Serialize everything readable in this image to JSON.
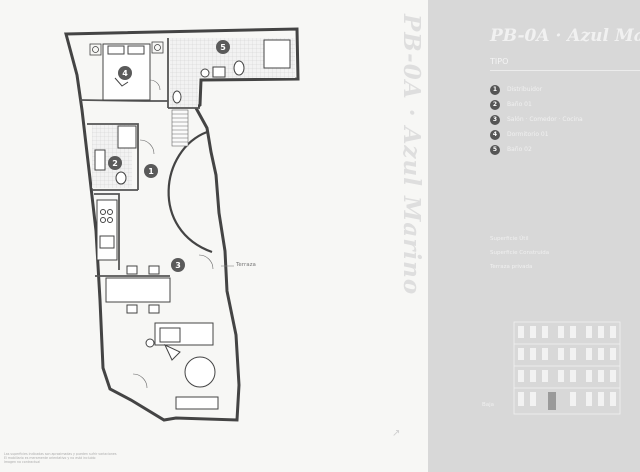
{
  "plan": {
    "title": "PB-0A · Azul Marino",
    "terrace_label": "Terraza",
    "rooms": [
      {
        "num": "1",
        "kind": "hall"
      },
      {
        "num": "2",
        "kind": "bath"
      },
      {
        "num": "3",
        "kind": "living"
      },
      {
        "num": "4",
        "kind": "bedroom"
      },
      {
        "num": "5",
        "kind": "bath2"
      }
    ],
    "footnote_lines": [
      "Las superficies indicadas son aproximadas y pueden sufrir variaciones",
      "El mobiliario es meramente orientativo y no está incluido",
      "Imagen no contractual"
    ],
    "north_arrow": "arrow-icon"
  },
  "panel": {
    "title": "PB-0A · Azul Ma",
    "tipo": "TIPO",
    "rooms": [
      {
        "num": "1",
        "label": "Distribuidor"
      },
      {
        "num": "2",
        "label": "Baño 01"
      },
      {
        "num": "3",
        "label": "Salón · Comedor · Cocina"
      },
      {
        "num": "4",
        "label": "Dormitorio 01"
      },
      {
        "num": "5",
        "label": "Baño 02"
      }
    ],
    "surfaces": [
      "Superficie Útil",
      "Superficie Construida",
      "Terraza privada"
    ],
    "planta": "Baja"
  },
  "colors": {
    "panel_bg": "#d8d8d8",
    "badge": "#555555",
    "wall": "#444444",
    "tile_pattern": "#cfcfcf"
  }
}
